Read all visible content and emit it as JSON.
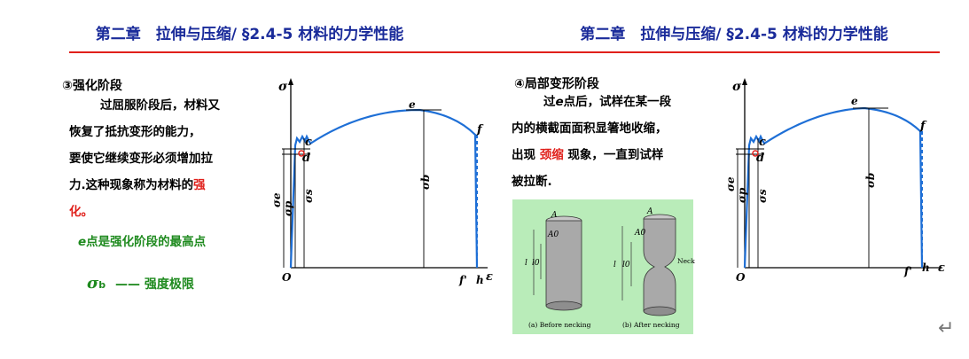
{
  "title_left": "第二章　拉伸与压缩/ §2.4-5 材料的力学性能",
  "title_right": "第二章　拉伸与压缩/ §2.4-5 材料的力学性能",
  "left": {
    "heading": "③强化阶段",
    "para_1": "过屈服阶段后，材料又",
    "para_2": "恢复了抵抗变形的能力，",
    "para_3": "要使它继续变形必须增加拉",
    "para_4": "力.这种现象称为材料的",
    "para_4_red": "强",
    "para_5_red": "化。",
    "e_point_e": "e",
    "e_point_rest": "点是强化阶段的最高点",
    "limit_symbol": "σ",
    "limit_sub": "b",
    "limit_text": "—— 强度极限"
  },
  "right": {
    "heading": "④局部变形阶段",
    "para_1a": "过",
    "para_1e": "e",
    "para_1b": "点后，试样在某一段",
    "para_2": "内的横截面面积显箸地收缩，",
    "para_3a": "出现 ",
    "para_3red": "颈缩",
    "para_3b": " 现象，一直到试样",
    "para_4": "被拉断."
  },
  "diagram": {
    "axis_y": "σ",
    "axis_x": "ε",
    "origin": "O",
    "c": "c",
    "d": "d",
    "e": "e",
    "f": "f",
    "f_prime": "f'",
    "h": "h",
    "sigma_b": "σb",
    "sigma_s": "σs",
    "sigma_p": "σp",
    "sigma_e": "σe"
  },
  "neck": {
    "A": "A",
    "A0": "A0",
    "l": "l",
    "l0": "l0",
    "neck": "Neck",
    "caption_a": "(a) Before necking",
    "caption_b": "(b) After necking"
  },
  "colors": {
    "title_blue": "#1a2b9a",
    "rule_red": "#e0201b",
    "curve_blue": "#1e6fd6",
    "highlight_red": "#e0201b",
    "text_green": "#1e8a1e",
    "panel_green": "#b9ecb9"
  },
  "return_icon": "return-arrow-icon"
}
